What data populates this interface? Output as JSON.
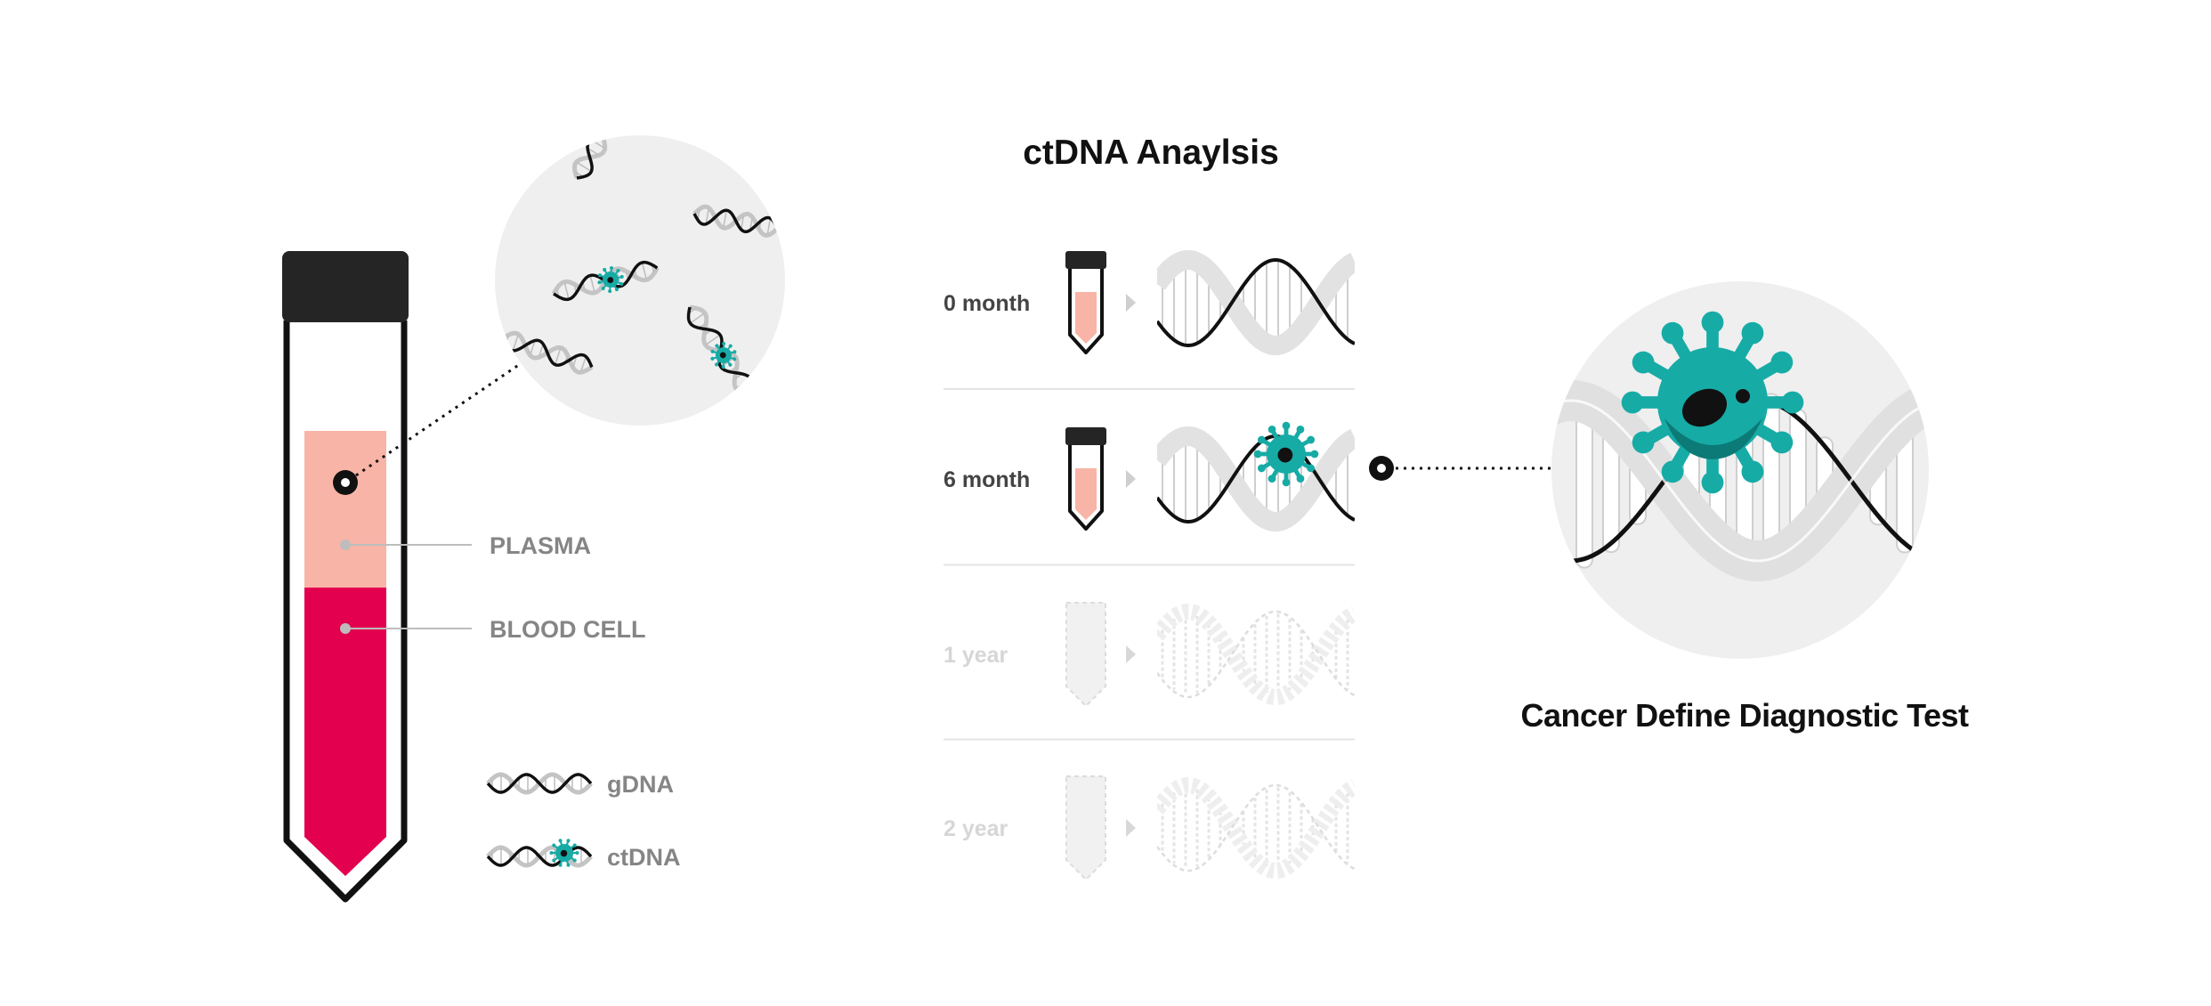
{
  "colors": {
    "ink": "#111111",
    "cap": "#252525",
    "plasma": "#f8b4a6",
    "blood": "#e2004f",
    "virus": "#17aba6",
    "virus_dark": "#0c7a76",
    "circle_bg": "#efefef",
    "label_gray": "#858585",
    "faded": "#d6d6d6",
    "divider": "#e4e4e4"
  },
  "tube": {
    "plasma_label": "PLASMA",
    "blood_label": "BLOOD CELL"
  },
  "legend": {
    "gdna": "gDNA",
    "ctdna": "ctDNA"
  },
  "analysis": {
    "title": "ctDNA Anaylsis",
    "rows": [
      {
        "label": "0 month",
        "state": "active",
        "virus": false
      },
      {
        "label": "6 month",
        "state": "active",
        "virus": true
      },
      {
        "label": "1 year",
        "state": "faded",
        "virus": false
      },
      {
        "label": "2 year",
        "state": "faded",
        "virus": false
      }
    ]
  },
  "diagnostic": {
    "title": "Cancer Define Diagnostic Test"
  }
}
